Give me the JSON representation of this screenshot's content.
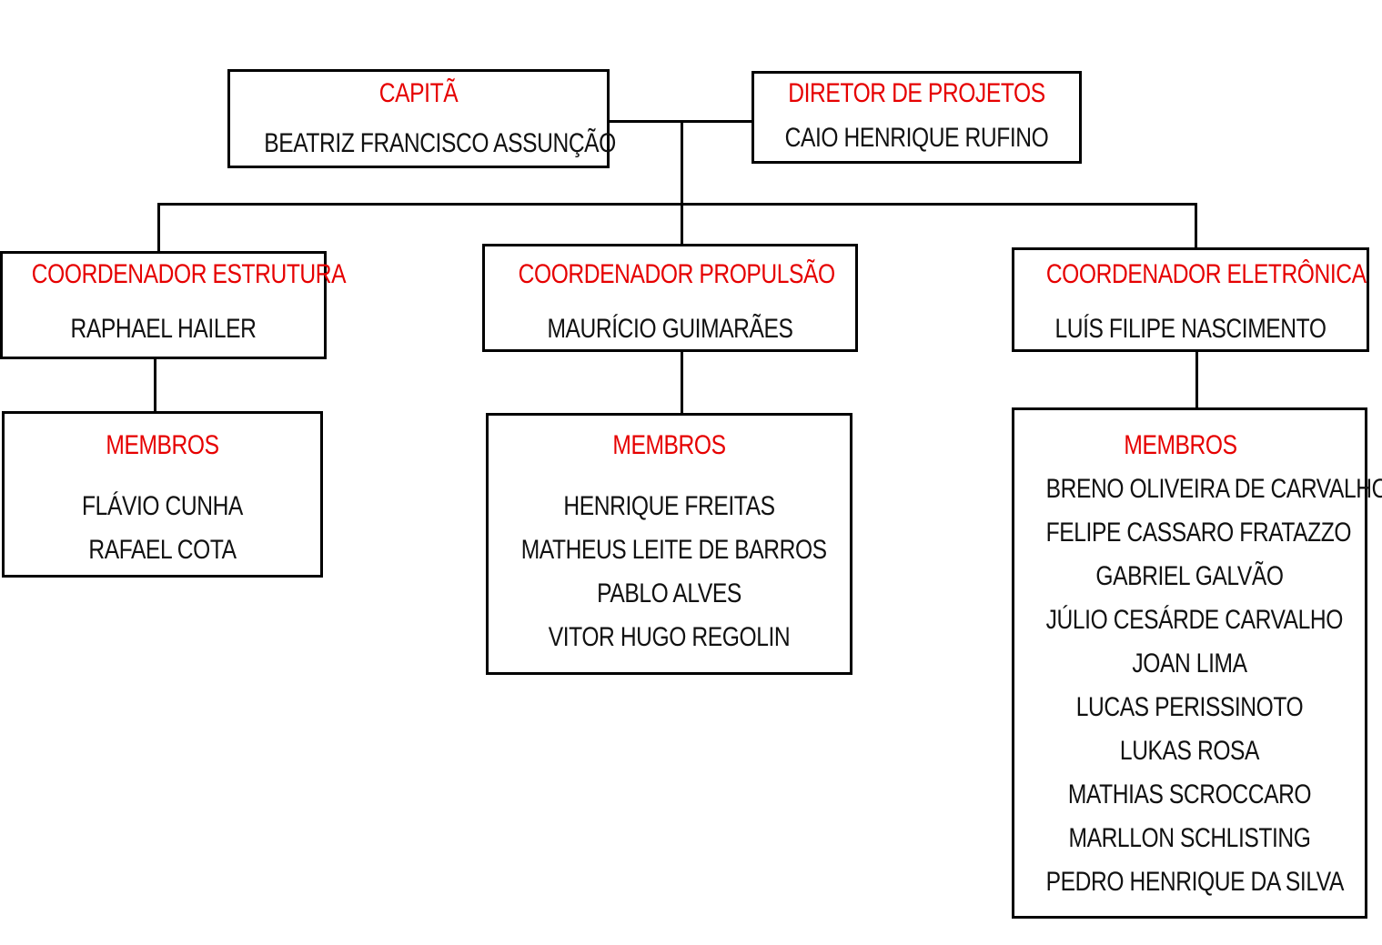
{
  "colors": {
    "role_title": "#e60000",
    "name": "#111111",
    "border": "#000000"
  },
  "leaders": {
    "captain": {
      "title": "CAPITÃ",
      "name": "BEATRIZ FRANCISCO ASSUNÇÃO"
    },
    "director": {
      "title": "DIRETOR DE PROJETOS",
      "name": "CAIO HENRIQUE RUFINO"
    }
  },
  "coordinators": {
    "structure": {
      "title": "COORDENADOR ESTRUTURA",
      "name": "RAPHAEL HAILER"
    },
    "propulsion": {
      "title": "COORDENADOR PROPULSÃO",
      "name": "MAURÍCIO GUIMARÃES"
    },
    "electronics": {
      "title": "COORDENADOR ELETRÔNICA",
      "name": "LUÍS FILIPE NASCIMENTO"
    }
  },
  "members": {
    "structure": {
      "title": "MEMBROS",
      "names": [
        "FLÁVIO CUNHA",
        "RAFAEL COTA"
      ]
    },
    "propulsion": {
      "title": "MEMBROS",
      "names": [
        "HENRIQUE FREITAS",
        "MATHEUS LEITE DE BARROS",
        "PABLO ALVES",
        "VITOR HUGO REGOLIN"
      ]
    },
    "electronics": {
      "title": "MEMBROS",
      "names": [
        "BRENO OLIVEIRA DE CARVALHO",
        "FELIPE CASSARO FRATAZZO",
        "GABRIEL GALVÃO",
        "JÚLIO CESÁRDE CARVALHO",
        "JOAN LIMA",
        "LUCAS PERISSINOTO",
        "LUKAS ROSA",
        "MATHIAS SCROCCARO",
        "MARLLON SCHLISTING",
        "PEDRO HENRIQUE DA SILVA"
      ]
    }
  }
}
